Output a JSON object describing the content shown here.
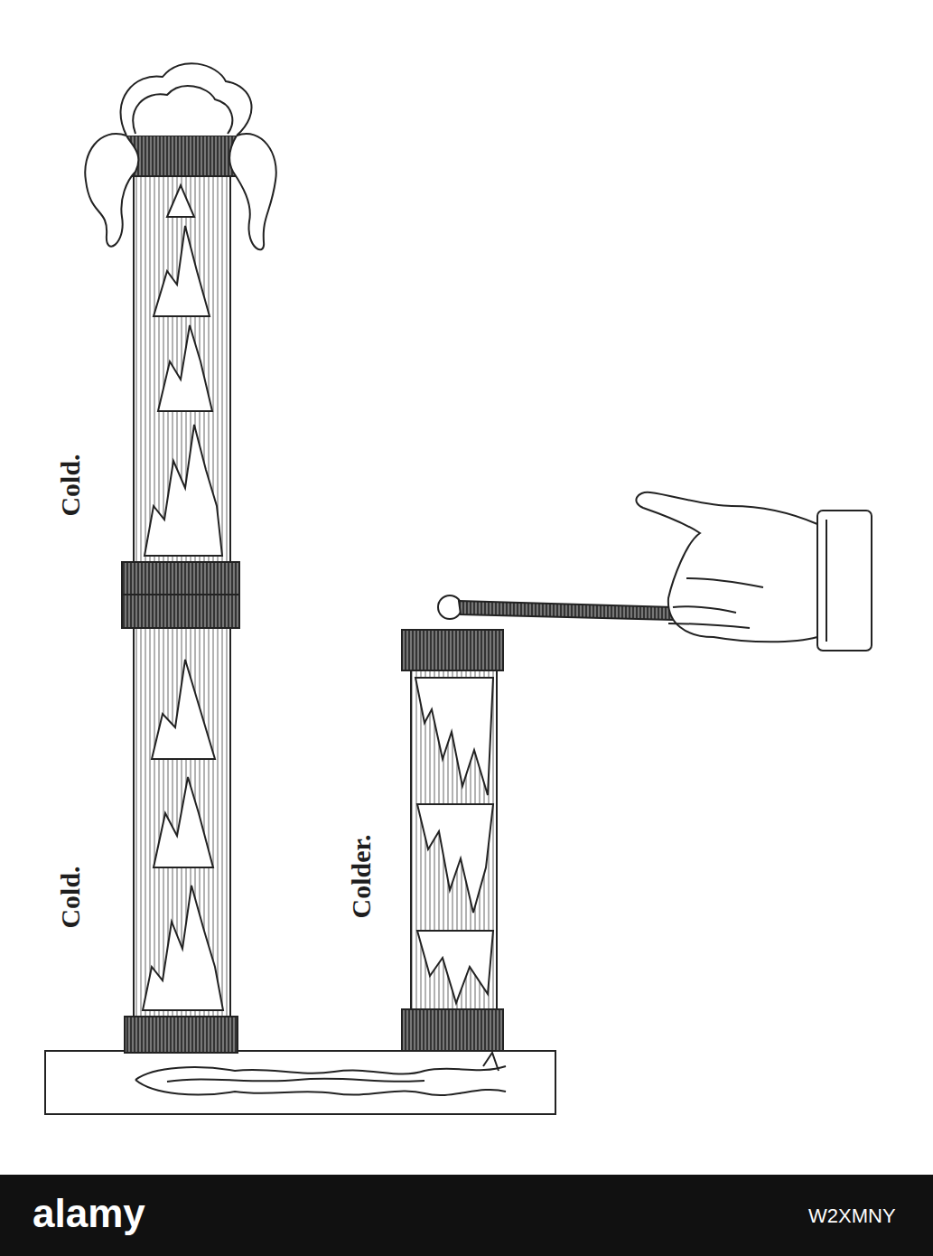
{
  "diagram": {
    "labels": [
      "Cold.",
      "Cold.",
      "Colder.",
      "alamy",
      "W2XMNY"
    ]
  }
}
